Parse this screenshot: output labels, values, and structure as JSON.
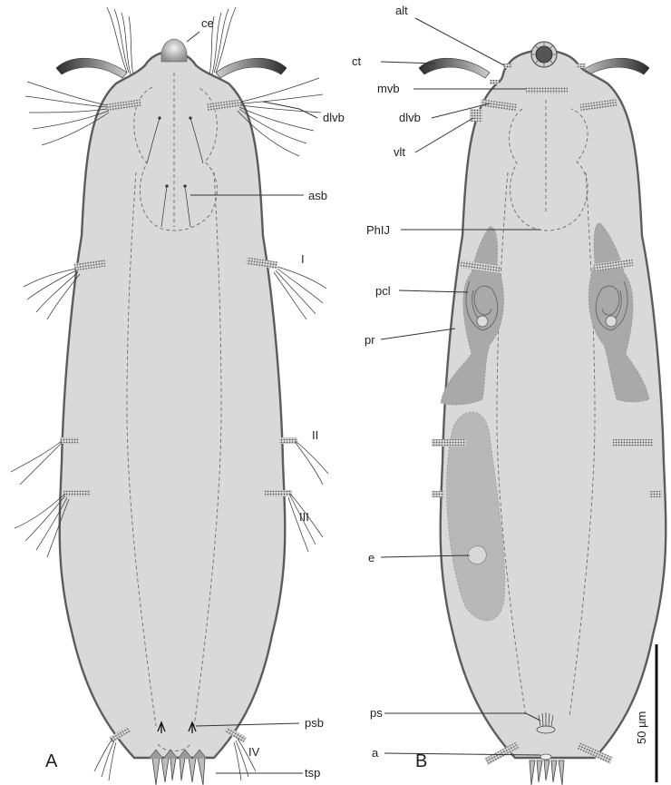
{
  "figure": {
    "panel_a": "A",
    "panel_b": "B",
    "scale_label": "50 µm",
    "labels_a": {
      "ce": "ce",
      "dlvb": "dlvb",
      "asb": "asb",
      "i": "I",
      "ii": "II",
      "iii": "III",
      "psb": "psb",
      "iv": "IV",
      "tsp": "tsp"
    },
    "labels_b": {
      "alt": "alt",
      "ct": "ct",
      "mvb": "mvb",
      "dlvb": "dlvb",
      "vlt": "vlt",
      "phij": "PhIJ",
      "pcl": "pcl",
      "pr": "pr",
      "e": "e",
      "ps": "ps",
      "a": "a"
    },
    "colors": {
      "body_fill": "#d9d9d9",
      "body_outline": "#5c5c5c",
      "gland_fill": "#a9a9a9",
      "egg_fill": "#b8b8b8",
      "cirrus_gradient_dark": "#2a2a2a",
      "cirrus_gradient_light": "#cfcfcf"
    }
  }
}
